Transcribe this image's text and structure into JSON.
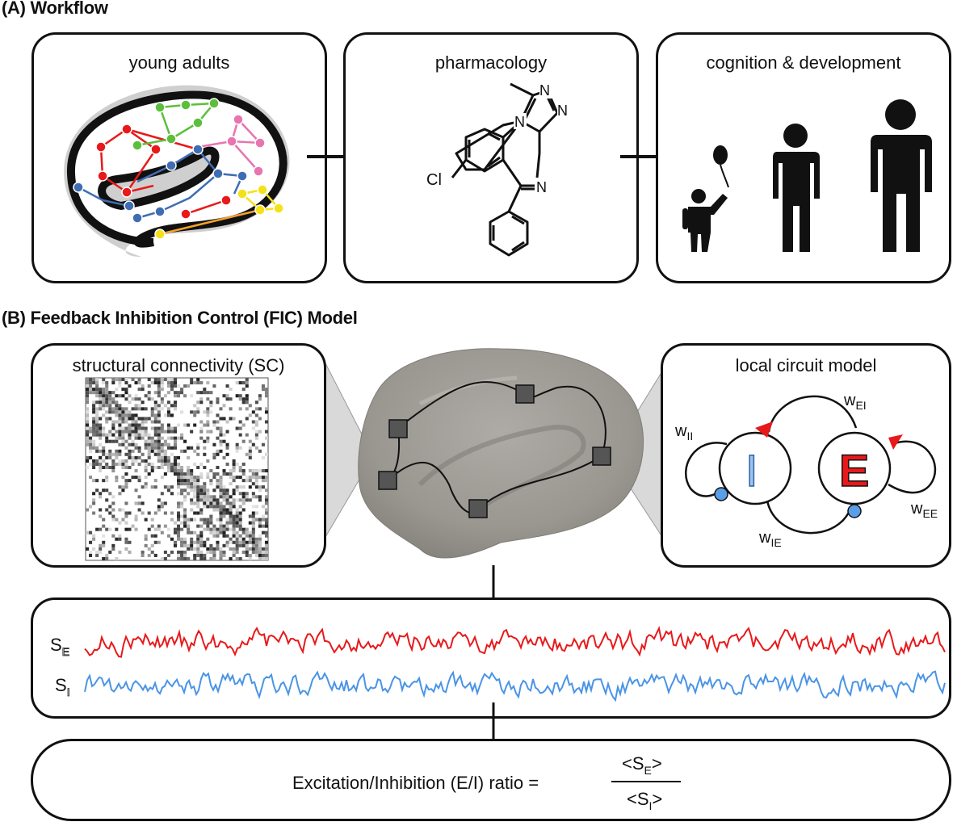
{
  "section_a": {
    "title": "(A) Workflow",
    "panels": [
      "young adults",
      "pharmacology",
      "cognition & development"
    ],
    "molecule_labels": {
      "cl": "Cl",
      "n": "N"
    }
  },
  "section_b": {
    "title": "(B) Feedback Inhibition Control (FIC) Model",
    "sc_title": "structural connectivity (SC)",
    "circuit_title": "local circuit model",
    "circuit": {
      "i_node": "I",
      "e_node": "E",
      "w": "w",
      "w_ii_sub": "II",
      "w_ei_sub": "EI",
      "w_ee_sub": "EE",
      "w_ie_sub": "IE"
    },
    "signals": {
      "se_main": "S",
      "se_sub": "E",
      "se_color": "#e8191b",
      "si_main": "S",
      "si_sub": "I",
      "si_color": "#4a94e6"
    },
    "ratio": {
      "label": "Excitation/Inhibition (E/I) ratio =",
      "num_open": "<S",
      "num_sub": "E",
      "num_close": ">",
      "den_open": "<S",
      "den_sub": "I",
      "den_close": ">"
    }
  },
  "colors": {
    "red_network": "#e8191b",
    "green_network": "#5cbf3c",
    "blue_network": "#3f6db3",
    "pink_network": "#e874b0",
    "yellow_network": "#f5e11a",
    "orange_network": "#f4a32c",
    "e_red": "#e8191b",
    "i_blue": "#9ec4ee",
    "inhib_dot": "#5a9ee8"
  }
}
